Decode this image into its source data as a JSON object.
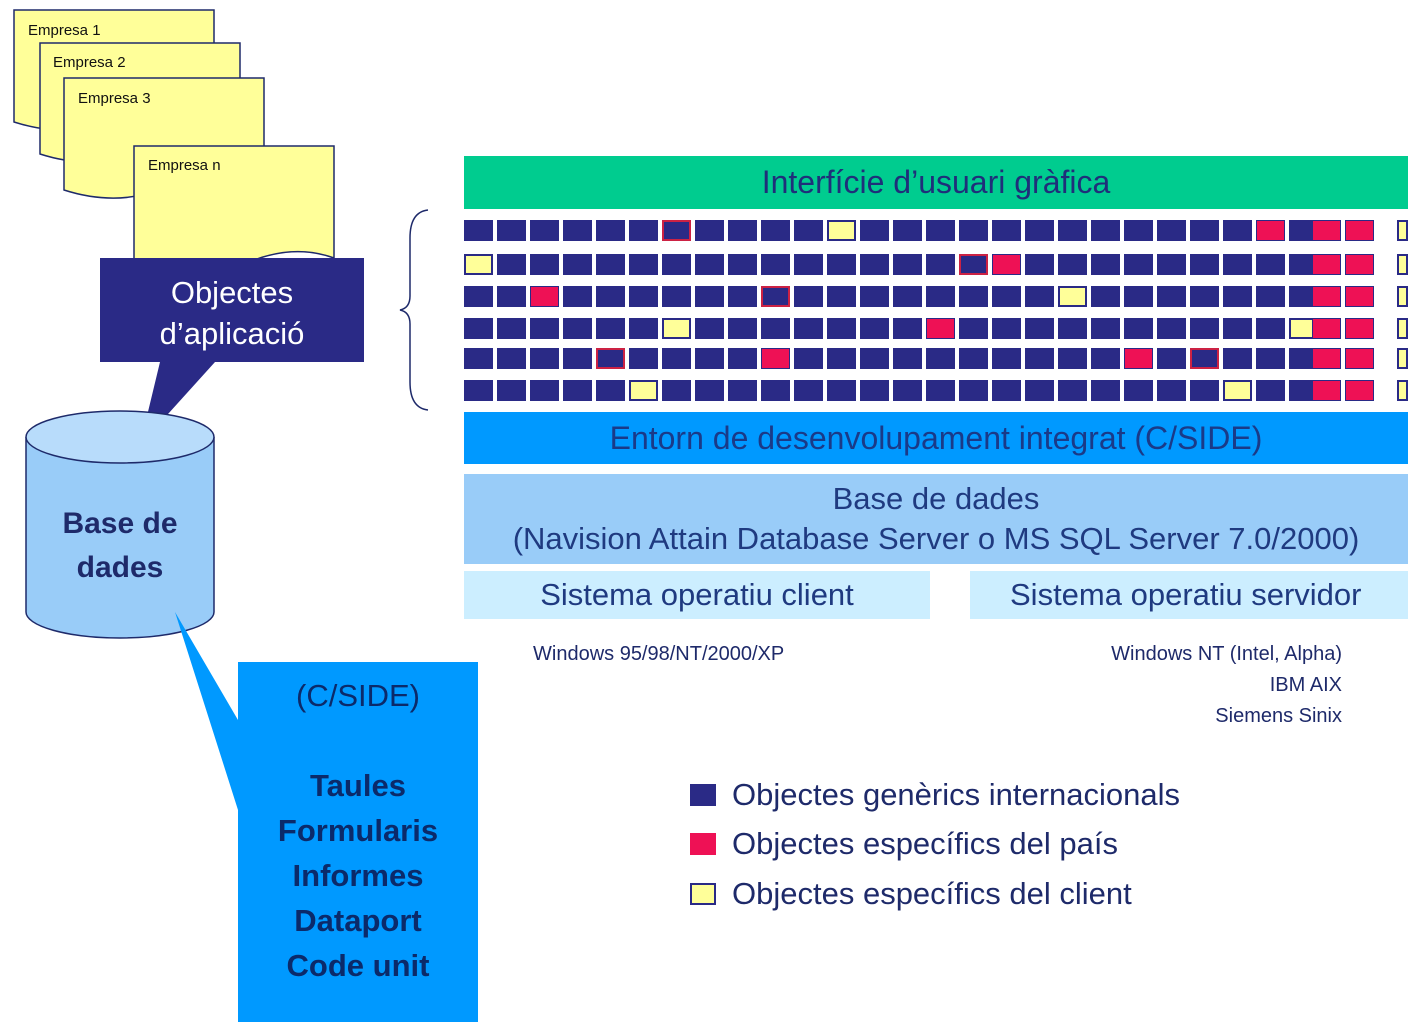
{
  "companies": {
    "doc1": "Empresa 1",
    "doc2": "Empresa 2",
    "doc3": "Empresa 3",
    "doc4": "Empresa n"
  },
  "app_objects": {
    "line1": "Objectes",
    "line2": "d’aplicació"
  },
  "database": {
    "line1": "Base de",
    "line2": "dades"
  },
  "cside_callout": {
    "title": "(C/SIDE)",
    "items": [
      "Taules",
      "Formularis",
      "Informes",
      "Dataport",
      "Code unit"
    ]
  },
  "architecture": {
    "gui": "Interfície d’usuari gràfica",
    "ide": "Entorn de desenvolupament integrat (C/SIDE)",
    "db_line1": "Base de dades",
    "db_line2": "(Navision Attain Database Server o MS SQL Server 7.0/2000)",
    "os_client": "Sistema operatiu client",
    "os_server": "Sistema operatiu servidor",
    "client_os_list": [
      "Windows 95/98/NT/2000/XP"
    ],
    "server_os_list": [
      "Windows NT (Intel, Alpha)",
      "IBM AIX",
      "Siemens Sinix"
    ]
  },
  "object_grid": {
    "rows": [
      "bbbbbbRbbbbYbbbbbbbbbbbbrb|rr|y",
      "ybbbbbbbbbbbbbbRrbbbbbbbbb|rr|y",
      "bbrbbbbbbRbbbbbbbbYbbbbbbb|rr|y",
      "bbbbbbybbbbbbbrbbbbbbbbbby|rr|y",
      "bbbbRbbbbrbbbbbbbbbbrbRbbb|rr|y",
      "bbbbbybbbbbbbbbbbbbbbbbybb|rr|y"
    ],
    "colors": {
      "generic": "#2a2a86",
      "country": "#ee1155",
      "customer": "#ffff99"
    }
  },
  "legend": [
    {
      "label": "Objectes genèrics internacionals",
      "color": "#2a2a86"
    },
    {
      "label": "Objectes específics del país",
      "color": "#ee1155"
    },
    {
      "label": "Objectes específics del client",
      "color": "#ffff99"
    }
  ]
}
